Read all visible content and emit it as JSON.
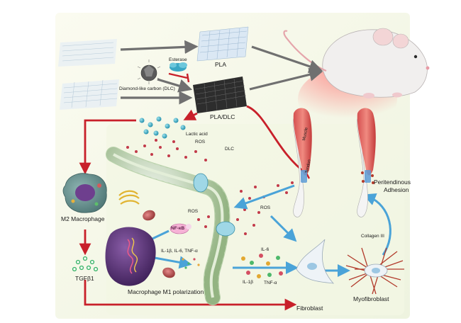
{
  "labels": {
    "pla": "PLA",
    "esterase": "Esterase",
    "dlc": "Diamond-like carbon (DLC)",
    "pla_dlc": "PLA/DLC",
    "lactic_acid": "Lactic acid",
    "m2_macrophage": "M2 Macrophage",
    "tgfb1": "TGFβ1",
    "ros_top": "ROS",
    "dlc_small": "DLC",
    "ros_mid": "ROS",
    "ros_right": "ROS",
    "nfkb": "NF-κB",
    "cytokines_inner": "IL-1β, IL-6, TNF-α",
    "il6": "IL-6",
    "il1b": "IL-1β",
    "tnfa": "TNF-α",
    "m1_polarization": "Macrophage M1 polarization",
    "fibroblast": "Fibroblast",
    "myofibroblast": "Myofibroblast",
    "collagen3": "Collagen III",
    "muscle": "Muscle",
    "tendon": "Tendon",
    "peritendinous": "Peritendinous",
    "adhesion": "Adhesion"
  },
  "colors": {
    "red_arrow": "#c8202a",
    "blue_arrow": "#4aa3d8",
    "gray_arrow": "#707070",
    "membrane": "#a8c79a",
    "panel_bg": "#f6f7e4"
  }
}
